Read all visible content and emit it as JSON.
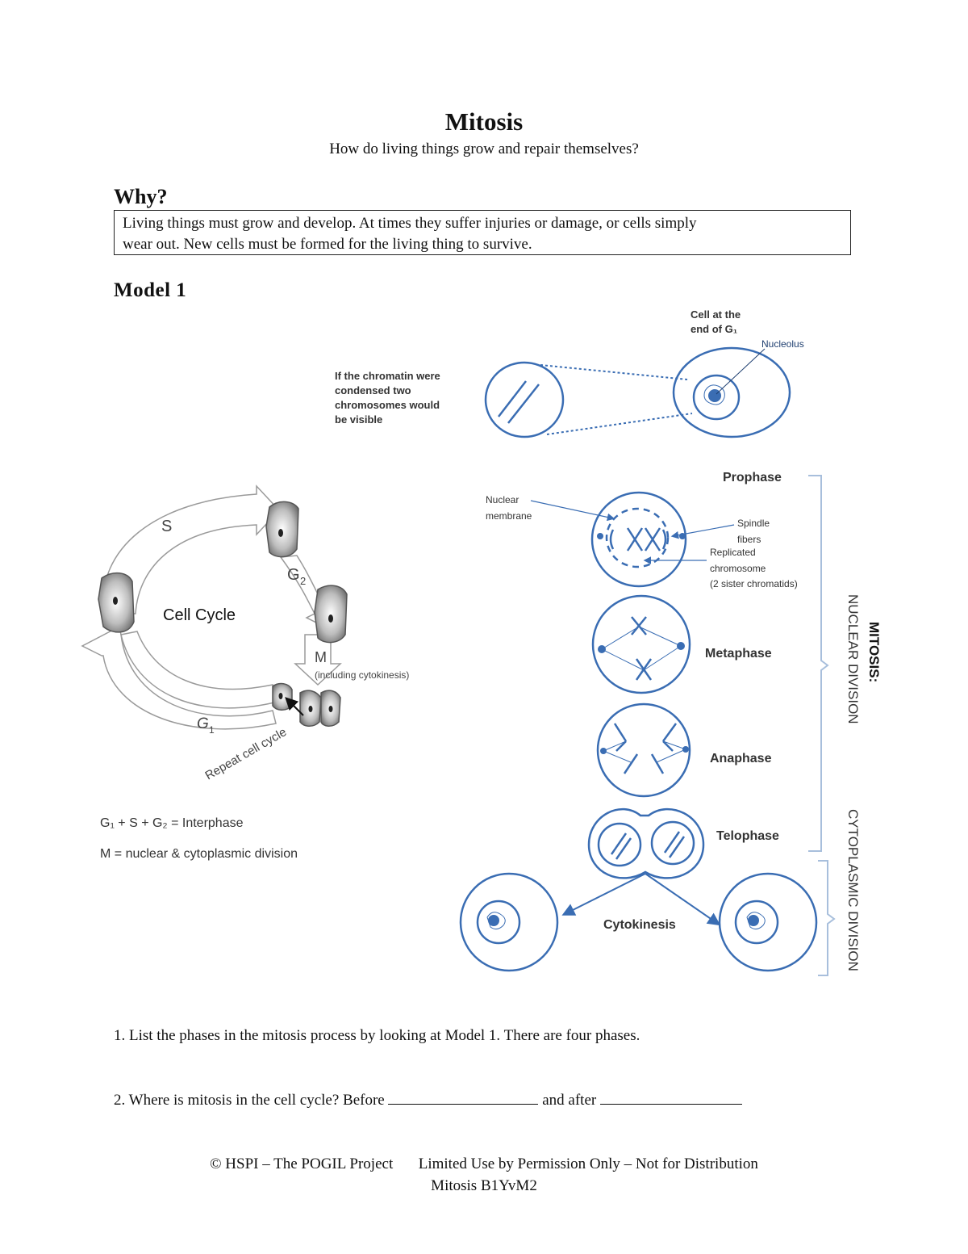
{
  "header": {
    "title": "Mitosis",
    "subtitle": "How do living things grow and repair themselves?"
  },
  "why": {
    "heading": "Why?",
    "line1": "Living things must grow and develop. At times they suffer injuries or damage, or cells simply",
    "line2": "wear out. New cells must be formed for the living thing to survive."
  },
  "model": {
    "heading": "Model 1",
    "cycle": {
      "center_label": "Cell Cycle",
      "s": "S",
      "g2": "G",
      "g2_sub": "2",
      "m": "M",
      "m_note": "(including cytokinesis)",
      "g1": "G",
      "g1_sub": "1",
      "repeat": "Repeat cell cycle",
      "legend1": "G₁ + S + G₂ = Interphase",
      "legend2": "M = nuclear & cytoplasmic division"
    },
    "g1cell": {
      "label_line1": "Cell at the",
      "label_line2": "end of G₁",
      "nucleolus": "Nucleolus",
      "chromatin_line1": "If the chromatin were",
      "chromatin_line2": "condensed two",
      "chromatin_line3": "chromosomes would",
      "chromatin_line4": "be visible"
    },
    "phases": {
      "prophase": "Prophase",
      "metaphase": "Metaphase",
      "anaphase": "Anaphase",
      "telophase": "Telophase",
      "cytokinesis": "Cytokinesis",
      "nuclear_membrane_1": "Nuclear",
      "nuclear_membrane_2": "membrane",
      "spindle_1": "Spindle",
      "spindle_2": "fibers",
      "replicated_1": "Replicated",
      "replicated_2": "chromosome",
      "replicated_3": "(2 sister chromatids)",
      "mitosis_1": "MITOSIS:",
      "mitosis_2": "NUCLEAR DIVISION",
      "cytoplasmic": "CYTOPLASMIC DIVISION"
    }
  },
  "questions": {
    "q1": "1. List the phases in the mitosis process by looking at Model 1. There are four phases.",
    "q2_a": "2. Where is mitosis in the cell cycle?  Before",
    "q2_b": "and after"
  },
  "footer": {
    "left": "© HSPI – The POGIL Project",
    "right": "Limited Use by Permission Only – Not for Distribution",
    "code": "Mitosis B1YvM2"
  },
  "colors": {
    "diagram_blue": "#3a6db3",
    "arrow_gray": "#c8c8c8"
  }
}
